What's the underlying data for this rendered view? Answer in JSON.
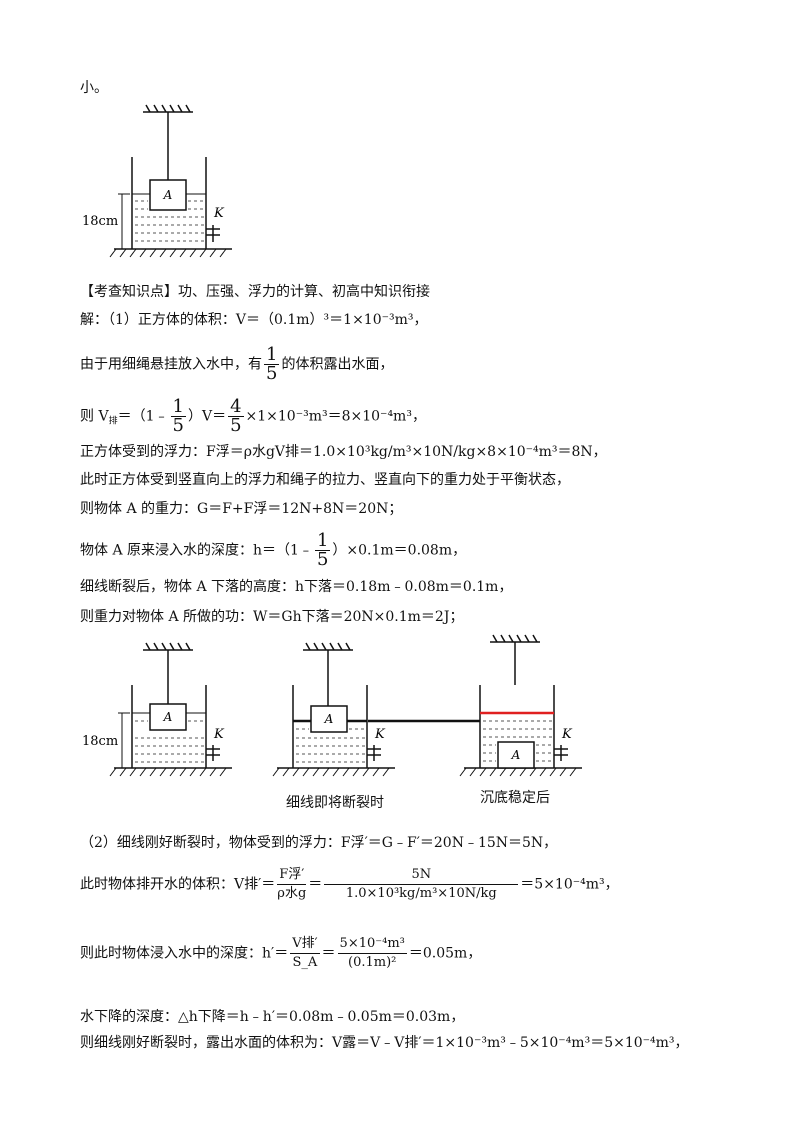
{
  "lines": {
    "top": "小。",
    "kp": "【考查知识点】功、压强、浮力的计算、初高中知识衔接",
    "l1": "解：（1）正方体的体积：V＝（0.1m）³＝1×10⁻³m³，",
    "l2a": "由于用细绳悬挂放入水中，有",
    "l2b": "的体积露出水面，",
    "l3a": "则 V",
    "l3sub": "排",
    "l3b": "＝（1﹣",
    "l3c": "）V＝",
    "l3d": "×1×10⁻³m³＝8×10⁻⁴m³，",
    "l4": "正方体受到的浮力：F浮＝ρ水gV排＝1.0×10³kg/m³×10N/kg×8×10⁻⁴m³＝8N，",
    "l5": "此时正方体受到竖直向上的浮力和绳子的拉力、竖直向下的重力处于平衡状态，",
    "l6": "则物体 A 的重力：G＝F+F浮＝12N+8N＝20N；",
    "l7a": "物体 A 原来浸入水的深度：h＝（1﹣",
    "l7b": "）×0.1m＝0.08m，",
    "l8": "细线断裂后，物体 A 下落的高度：h下落＝0.18m﹣0.08m＝0.1m，",
    "l9": "则重力对物体 A 所做的功：W＝Gh下落＝20N×0.1m＝2J；",
    "l10": "（2）细线刚好断裂时，物体受到的浮力：F浮′＝G﹣F′＝20N﹣15N＝5N，",
    "l11a": "此时物体排开水的体积：V排′＝",
    "l11num": "F浮′",
    "l11den": "ρ水g",
    "l11eq": "＝",
    "l11num2": "5N",
    "l11den2": "1.0×10³kg/m³×10N/kg",
    "l11b": "＝5×10⁻⁴m³，",
    "l12a": "则此时物体浸入水中的深度：h′＝",
    "l12num": "V排′",
    "l12den": "S_A",
    "l12eq": "＝",
    "l12num2": "5×10⁻⁴m³",
    "l12den2": "(0.1m)²",
    "l12b": "＝0.05m，",
    "l13": "水下降的深度：△h下降＝h﹣h′＝0.08m﹣0.05m＝0.03m，",
    "l14": "则细线刚好断裂时，露出水面的体积为：V露＝V﹣V排′＝1×10⁻³m³﹣5×10⁻⁴m³＝5×10⁻⁴m³，"
  },
  "fractions": {
    "one": "1",
    "five": "5",
    "four": "4"
  },
  "figure": {
    "block_label": "A",
    "valve_label": "K",
    "height_label": "18cm",
    "caption_mid": "细线即将断裂时",
    "caption_right": "沉底稳定后"
  },
  "colors": {
    "water_line_red": "#e02020"
  }
}
